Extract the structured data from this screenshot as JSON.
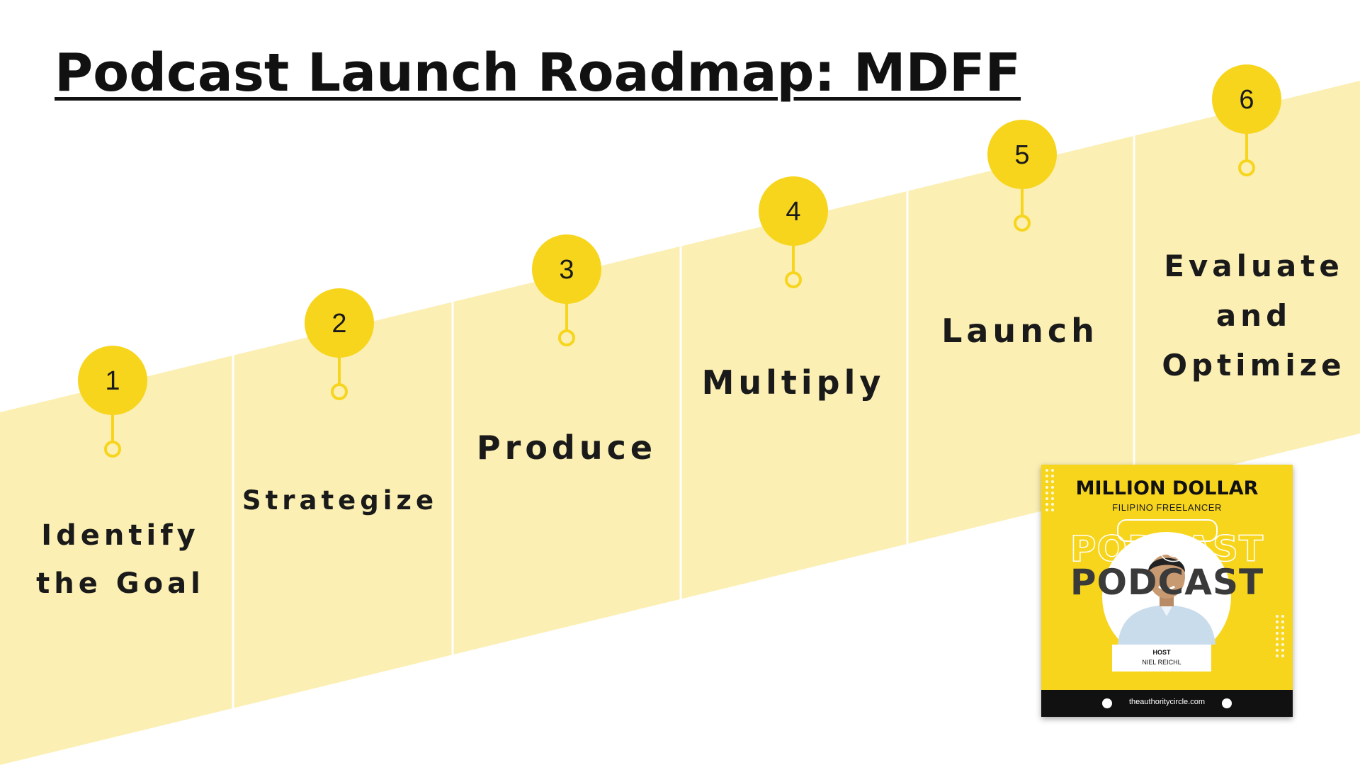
{
  "title": "Podcast Launch Roadmap: MDFF",
  "colors": {
    "band": "#fbefb3",
    "accent": "#f7d51d",
    "divider": "#ffffff",
    "text": "#1a1a1a"
  },
  "steps": [
    {
      "number": "1",
      "label": "Identify\nthe Goal"
    },
    {
      "number": "2",
      "label": "Strategize"
    },
    {
      "number": "3",
      "label": "Produce"
    },
    {
      "number": "4",
      "label": "Multiply"
    },
    {
      "number": "5",
      "label": "Launch"
    },
    {
      "number": "6",
      "label": "Evaluate\nand\nOptimize"
    }
  ],
  "cover": {
    "title": "MILLION DOLLAR",
    "subtitle": "FILIPINO FREELANCER",
    "word": "PODCAST",
    "host_label": "HOST",
    "host_name": "NIEL REICHL",
    "url": "theauthoritycircle.com"
  }
}
